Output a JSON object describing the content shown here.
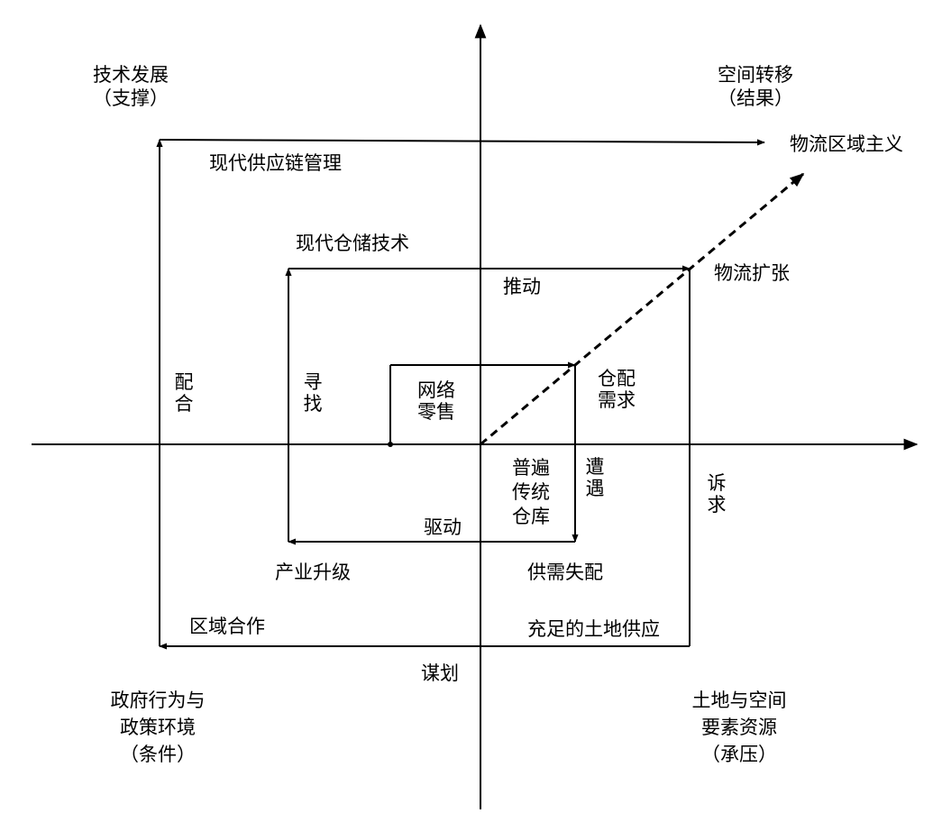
{
  "quadrants": {
    "top_left": [
      "技术发展",
      "（支撑）"
    ],
    "top_right": [
      "空间转移",
      "（结果）"
    ],
    "bottom_left": [
      "政府行为与",
      "政策环境",
      "（条件）"
    ],
    "bottom_right": [
      "土地与空间",
      "要素资源",
      "（承压）"
    ]
  },
  "labels": {
    "logistics_regionalism": "物流区域主义",
    "modern_scm": "现代供应链管理",
    "modern_storage": "现代仓储技术",
    "logistics_expansion": "物流扩张",
    "push": "推动",
    "cooperate": "配合",
    "seek": "寻找",
    "online_retail": "网络零售",
    "storage_demand": "仓配需求",
    "ubiquitous_warehouse": "普遍传统仓库",
    "encounter": "遭遇",
    "drive": "驱动",
    "appeal": "诉求",
    "industrial_upgrade": "产业升级",
    "supply_demand_mismatch": "供需失配",
    "regional_cooperation": "区域合作",
    "land_supply": "充足的土地供应",
    "plan": "谋划"
  },
  "colors": {
    "line": "#000000",
    "background": "#ffffff"
  }
}
